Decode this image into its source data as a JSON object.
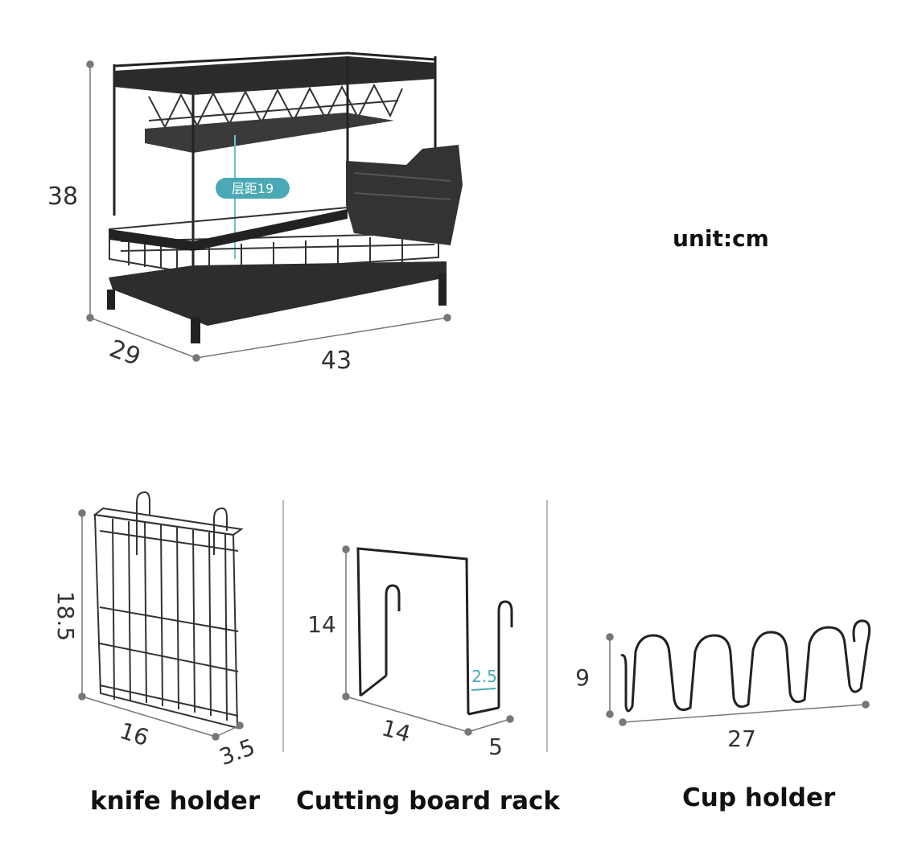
{
  "main_rack": {
    "height": "38",
    "depth": "29",
    "width": "43",
    "tier_spacing": "层距19"
  },
  "unit": "unit:cm",
  "knife_holder": {
    "label": "knife holder",
    "height": "18.5",
    "width": "16",
    "depth": "3.5"
  },
  "cutting_board_rack": {
    "label": "Cutting board rack",
    "height": "14",
    "width": "14",
    "depth": "5",
    "slot": "2.5"
  },
  "cup_holder": {
    "label": "Cup holder",
    "height": "9",
    "width": "27"
  }
}
